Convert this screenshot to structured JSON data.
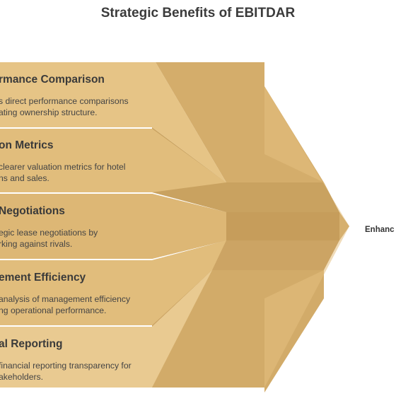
{
  "title": "Strategic Benefits of EBITDAR",
  "outcome_label": "Enhanc",
  "colors": {
    "band_fill": "#e2be7e",
    "band_fill_alt": "#e8c78c",
    "shadow_fill": "#c9a260",
    "shadow_fill_alt": "#d4ad6b",
    "text": "#3b3b3b"
  },
  "benefits": [
    {
      "title": "rmance Comparison",
      "desc1": "s direct performance comparisons",
      "desc2": "ating ownership structure."
    },
    {
      "title": "on Metrics",
      "desc1": "clearer valuation metrics for hotel",
      "desc2": "ns and sales."
    },
    {
      "title": "Negotiations",
      "desc1": "egic lease negotiations by",
      "desc2": "rking against rivals."
    },
    {
      "title": "ement Efficiency",
      "desc1": "analysis of management efficiency",
      "desc2": "ng operational performance."
    },
    {
      "title": "al Reporting",
      "desc1": "financial reporting transparency for",
      "desc2": "akeholders."
    }
  ]
}
